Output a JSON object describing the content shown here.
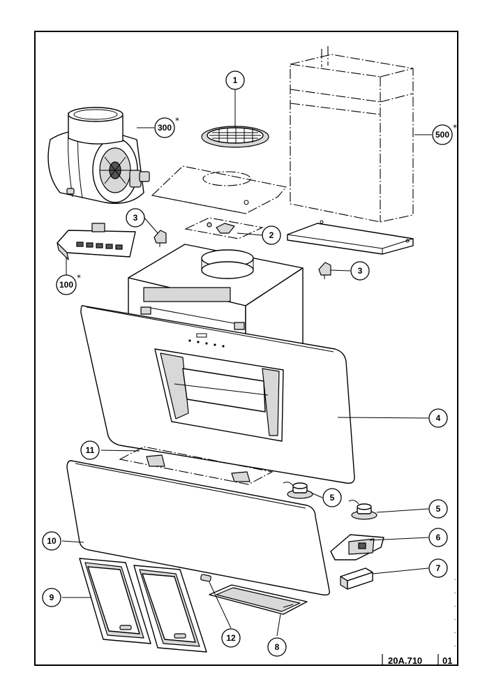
{
  "callouts": [
    {
      "id": "c1",
      "label": "1",
      "star": false
    },
    {
      "id": "c2",
      "label": "2",
      "star": false
    },
    {
      "id": "c3a",
      "label": "3",
      "star": false
    },
    {
      "id": "c3b",
      "label": "3",
      "star": false
    },
    {
      "id": "c4",
      "label": "4",
      "star": false
    },
    {
      "id": "c5a",
      "label": "5",
      "star": false
    },
    {
      "id": "c5b",
      "label": "5",
      "star": false
    },
    {
      "id": "c6",
      "label": "6",
      "star": false
    },
    {
      "id": "c7",
      "label": "7",
      "star": false
    },
    {
      "id": "c8",
      "label": "8",
      "star": false
    },
    {
      "id": "c9",
      "label": "9",
      "star": false
    },
    {
      "id": "c10",
      "label": "10",
      "star": false
    },
    {
      "id": "c11",
      "label": "11",
      "star": false
    },
    {
      "id": "c12",
      "label": "12",
      "star": false
    },
    {
      "id": "c100",
      "label": "100",
      "star": true
    },
    {
      "id": "c300",
      "label": "300",
      "star": true
    },
    {
      "id": "c500",
      "label": "500",
      "star": true
    }
  ],
  "star_symbol": "*",
  "footer": {
    "code": "20A.710",
    "revision": "01"
  }
}
